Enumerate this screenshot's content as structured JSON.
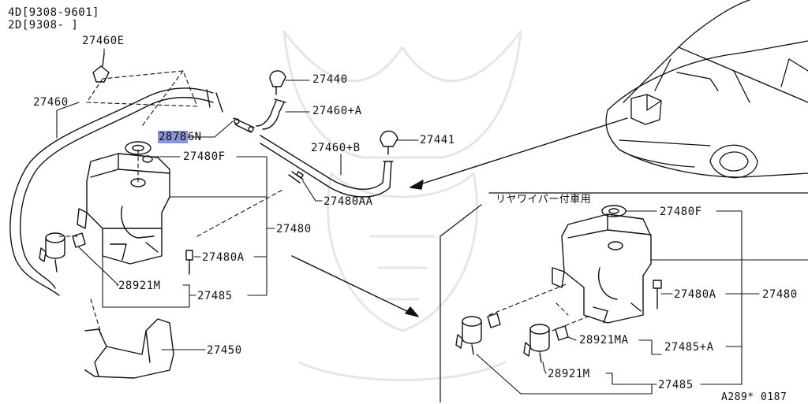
{
  "header": {
    "line1": "4D[9308-9601]",
    "line2": "2D[9308-    ]"
  },
  "parts": {
    "p27460E": "27460E",
    "p27460": "27460",
    "p27440": "27440",
    "p27460A": "27460+A",
    "p28786N_hl": "2878",
    "p28786N_rest": "6N",
    "p27441": "27441",
    "p27460B": "27460+B",
    "p27480F": "27480F",
    "p27480AA": "27480AA",
    "p27480": "27480",
    "p27480A": "27480A",
    "p28921M": "28921M",
    "p27485": "27485",
    "p27450": "27450"
  },
  "inset": {
    "title": "リヤワイパー付車用",
    "p27480F": "27480F",
    "p27480A": "27480A",
    "p27480": "27480",
    "p28921MA": "28921MA",
    "p27485A": "27485+A",
    "p28921M": "28921M",
    "p27485": "27485"
  },
  "footer": {
    "code": "A289* 0187"
  },
  "colors": {
    "line": "#111111",
    "highlight": "#8c93d8"
  }
}
